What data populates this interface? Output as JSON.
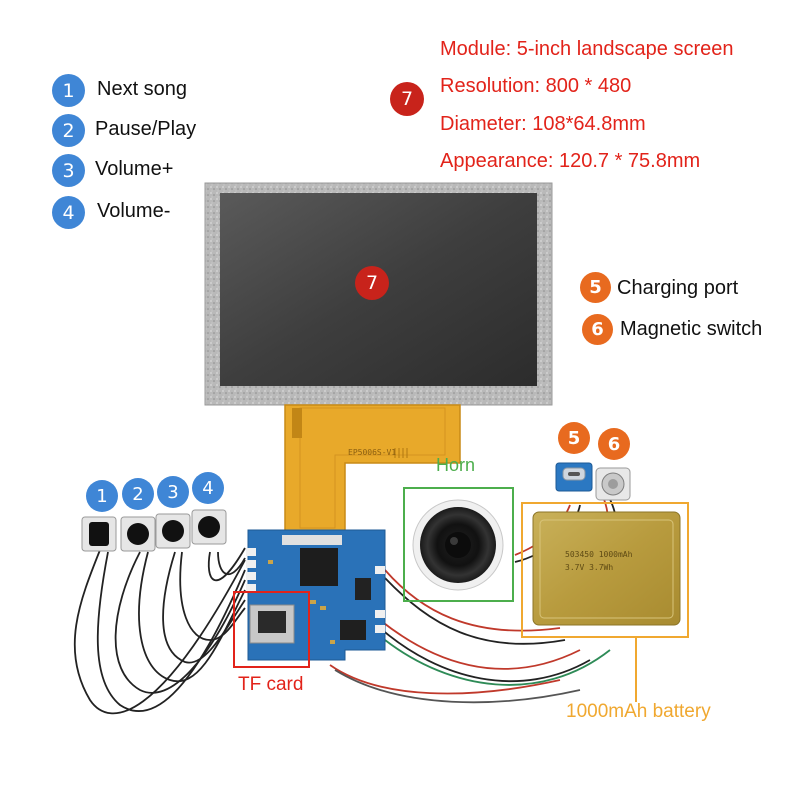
{
  "controls": [
    {
      "num": "1",
      "label": "Next song"
    },
    {
      "num": "2",
      "label": "Pause/Play"
    },
    {
      "num": "3",
      "label": "Volume+"
    },
    {
      "num": "4",
      "label": "Volume-"
    }
  ],
  "specs": {
    "badge": "7",
    "lines": [
      "Module: 5-inch landscape screen",
      "Resolution: 800 * 480",
      "Diameter: 108*64.8mm",
      "Appearance: 120.7 * 75.8mm"
    ]
  },
  "screen": {
    "badge": "7",
    "fpc_print": "EP5006S-V1"
  },
  "ports": [
    {
      "num": "5",
      "label": "Charging port"
    },
    {
      "num": "6",
      "label": "Magnetic switch"
    }
  ],
  "horn_label": "Horn",
  "tf_card_label": "TF card",
  "battery": {
    "label": "1000mAh battery",
    "print_line1": "503450 1000mAh",
    "print_line2": "3.7V 3.7Wh"
  },
  "colors": {
    "blue_badge": "#3f86d6",
    "red": "#e2231a",
    "orange": "#e86a1f",
    "green": "#4cae4c",
    "battery_box": "#f0a830"
  }
}
